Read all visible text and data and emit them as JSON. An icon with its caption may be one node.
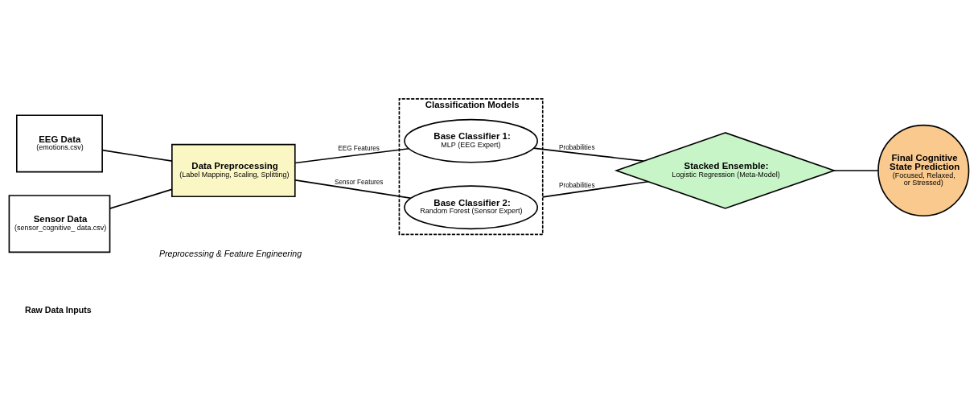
{
  "diagram": {
    "nodes": [
      {
        "text": [
          "EEG Data",
          "(emotions.csv)"
        ]
      },
      {
        "text": [
          "Sensor Data",
          "(sensor_cognitive_ data.csv)"
        ]
      },
      {
        "text": [
          "Data Preprocessing",
          "(Label Mapping, Scaling, Splitting)"
        ]
      },
      {
        "text": [
          "Classification Models"
        ]
      },
      {
        "text": [
          "Base Classifier 1:",
          "MLP (EEG Expert)"
        ],
        "in": 3
      },
      {
        "text": [
          "Base Classifier 2:",
          "Random Forest (Sensor Expert)"
        ],
        "in": 3
      },
      {
        "text": [
          "Stacked Ensemble:",
          "Logistic Regression (Meta-Model)"
        ]
      },
      {
        "text": [
          "Final Cognitive State Prediction",
          "(Focused, Relaxed, or Stressed)"
        ]
      }
    ],
    "edges": [
      {
        "from": 0,
        "to": 2,
        "arrow": "none"
      },
      {
        "from": 1,
        "to": 2,
        "arrow": "none"
      },
      {
        "from": 2,
        "to": 4,
        "arrow": "none",
        "label": "EEG Features"
      },
      {
        "from": 2,
        "to": 5,
        "arrow": "none",
        "label": "Sensor Features"
      },
      {
        "from": 3,
        "to": 6,
        "arrow": "none",
        "label": "Probabilities"
      },
      {
        "from": 4,
        "to": 6,
        "arrow": "none",
        "label": "Probabilities"
      },
      {
        "from": 6,
        "to": 7,
        "arrow": "none"
      }
    ],
    "labels": [
      "Raw Data Inputs",
      "Preprocessing & Feature Engineering"
    ]
  }
}
